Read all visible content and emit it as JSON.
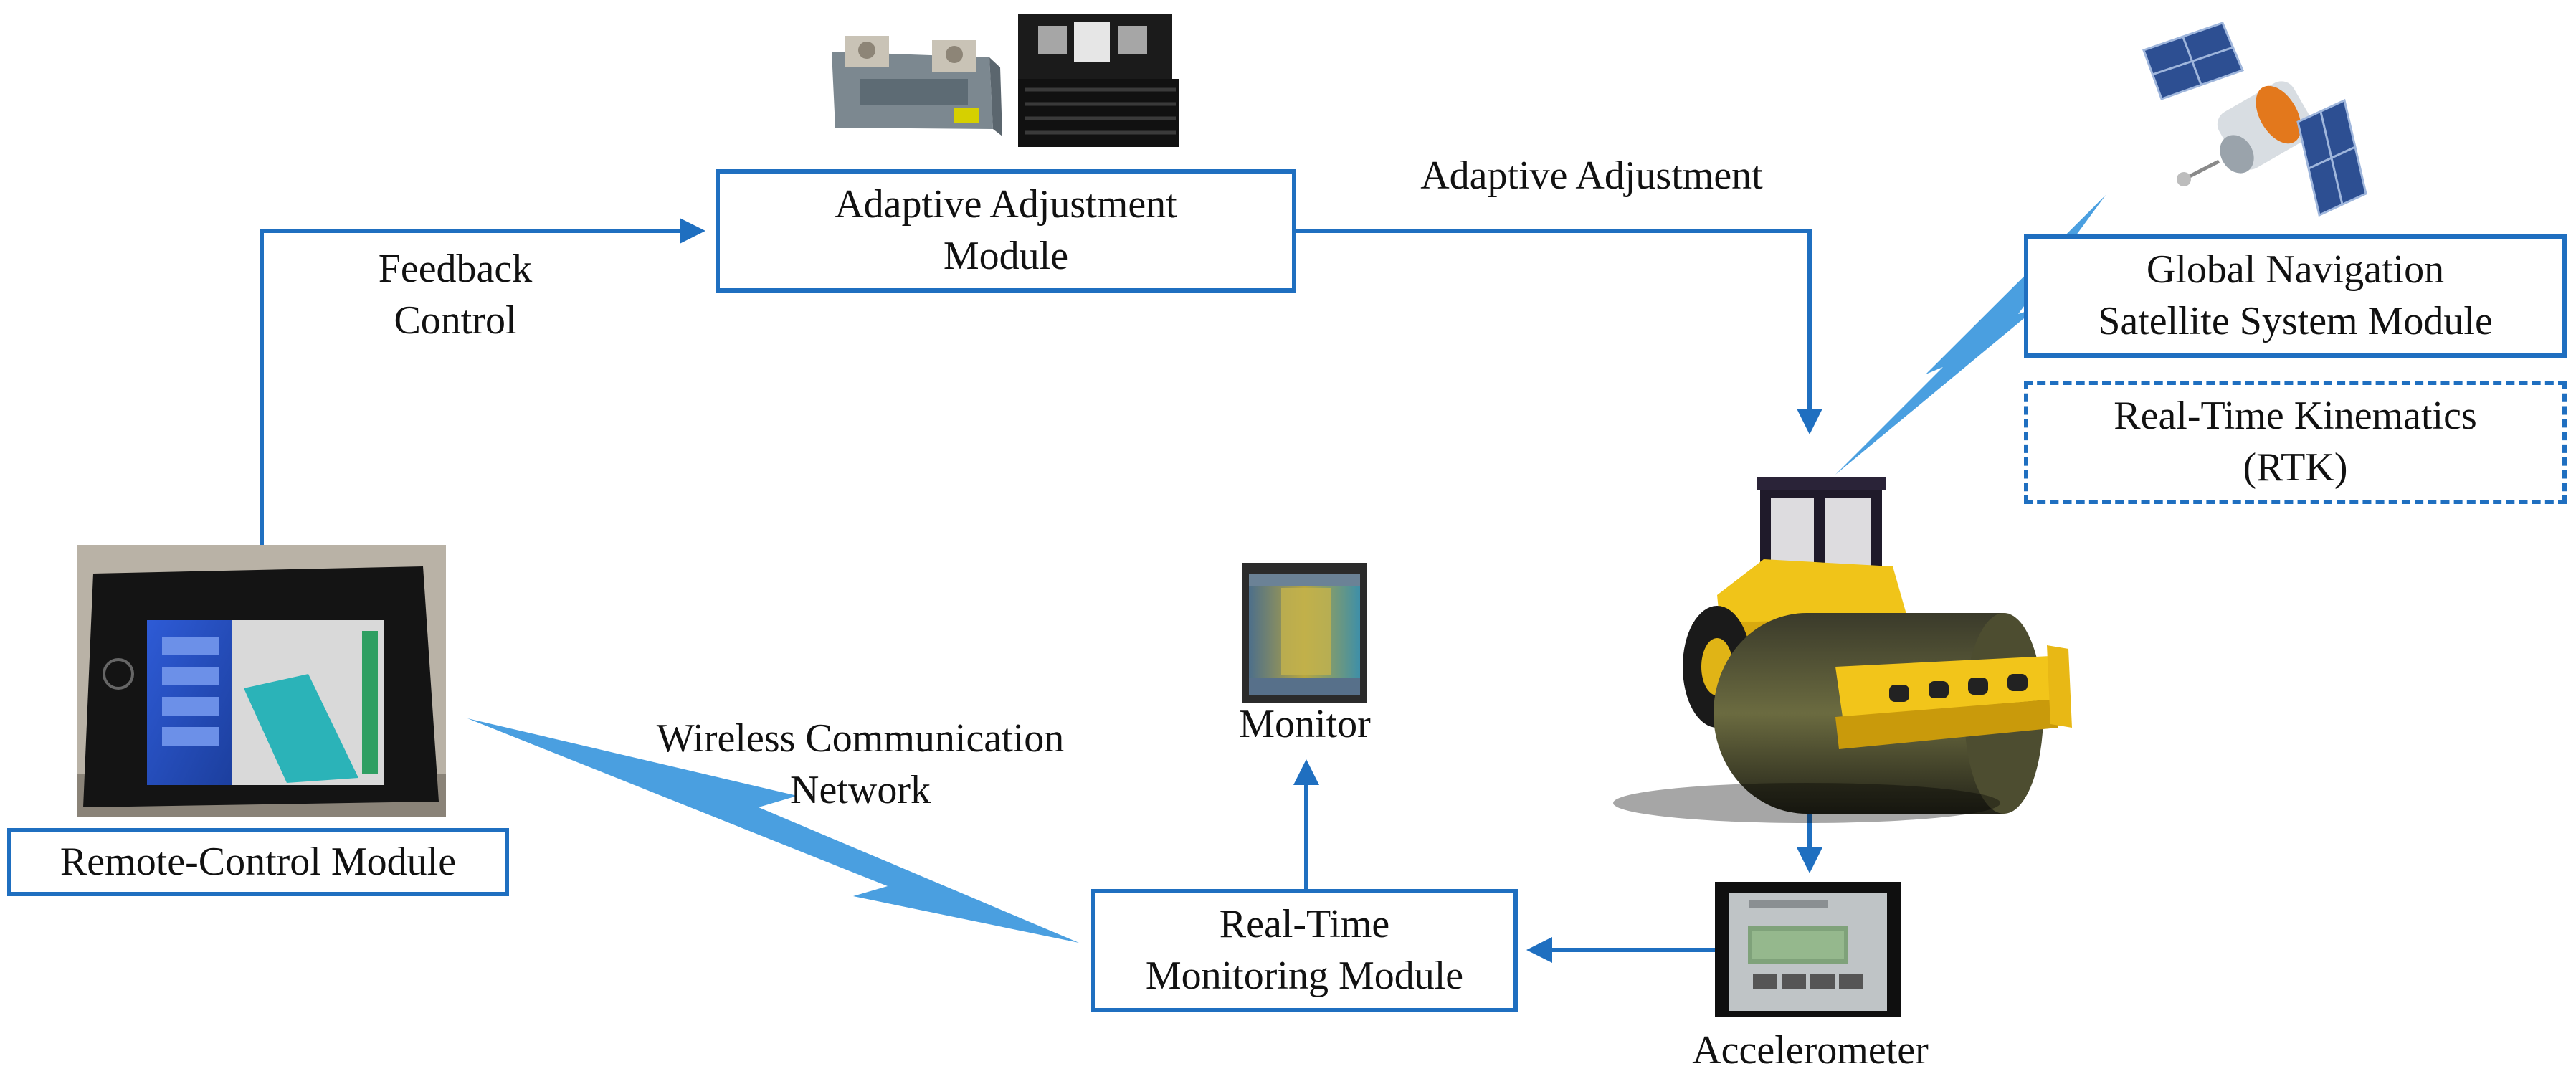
{
  "colors": {
    "arrow": "#1f6fc0",
    "box_border": "#1f6fc0",
    "wireless_bolt": "#4a9fe0",
    "text": "#111111"
  },
  "modules": {
    "adaptive_adjustment": [
      "Adaptive Adjustment",
      "Module"
    ],
    "gnss": [
      "Global Navigation",
      "Satellite System Module"
    ],
    "rtk": [
      "Real-Time Kinematics",
      "(RTK)"
    ],
    "remote_control": [
      "Remote-Control Module"
    ],
    "real_time_monitoring": [
      "Real-Time",
      "Monitoring Module"
    ]
  },
  "labels": {
    "feedback_control": [
      "Feedback",
      "Control"
    ],
    "adaptive_adjustment_arrow": "Adaptive Adjustment",
    "wireless_network": [
      "Wireless Communication",
      "Network"
    ],
    "monitor": "Monitor",
    "accelerometer": "Accelerometer"
  },
  "pictures": {
    "relays": "solid-state-relay-photos",
    "satellite": "satellite-icon",
    "tablet": "tablet-photo",
    "monitor_screen": "monitor-screen-photo",
    "roller": "road-roller-illustration",
    "accelerometer_device": "accelerometer-device-photo"
  }
}
